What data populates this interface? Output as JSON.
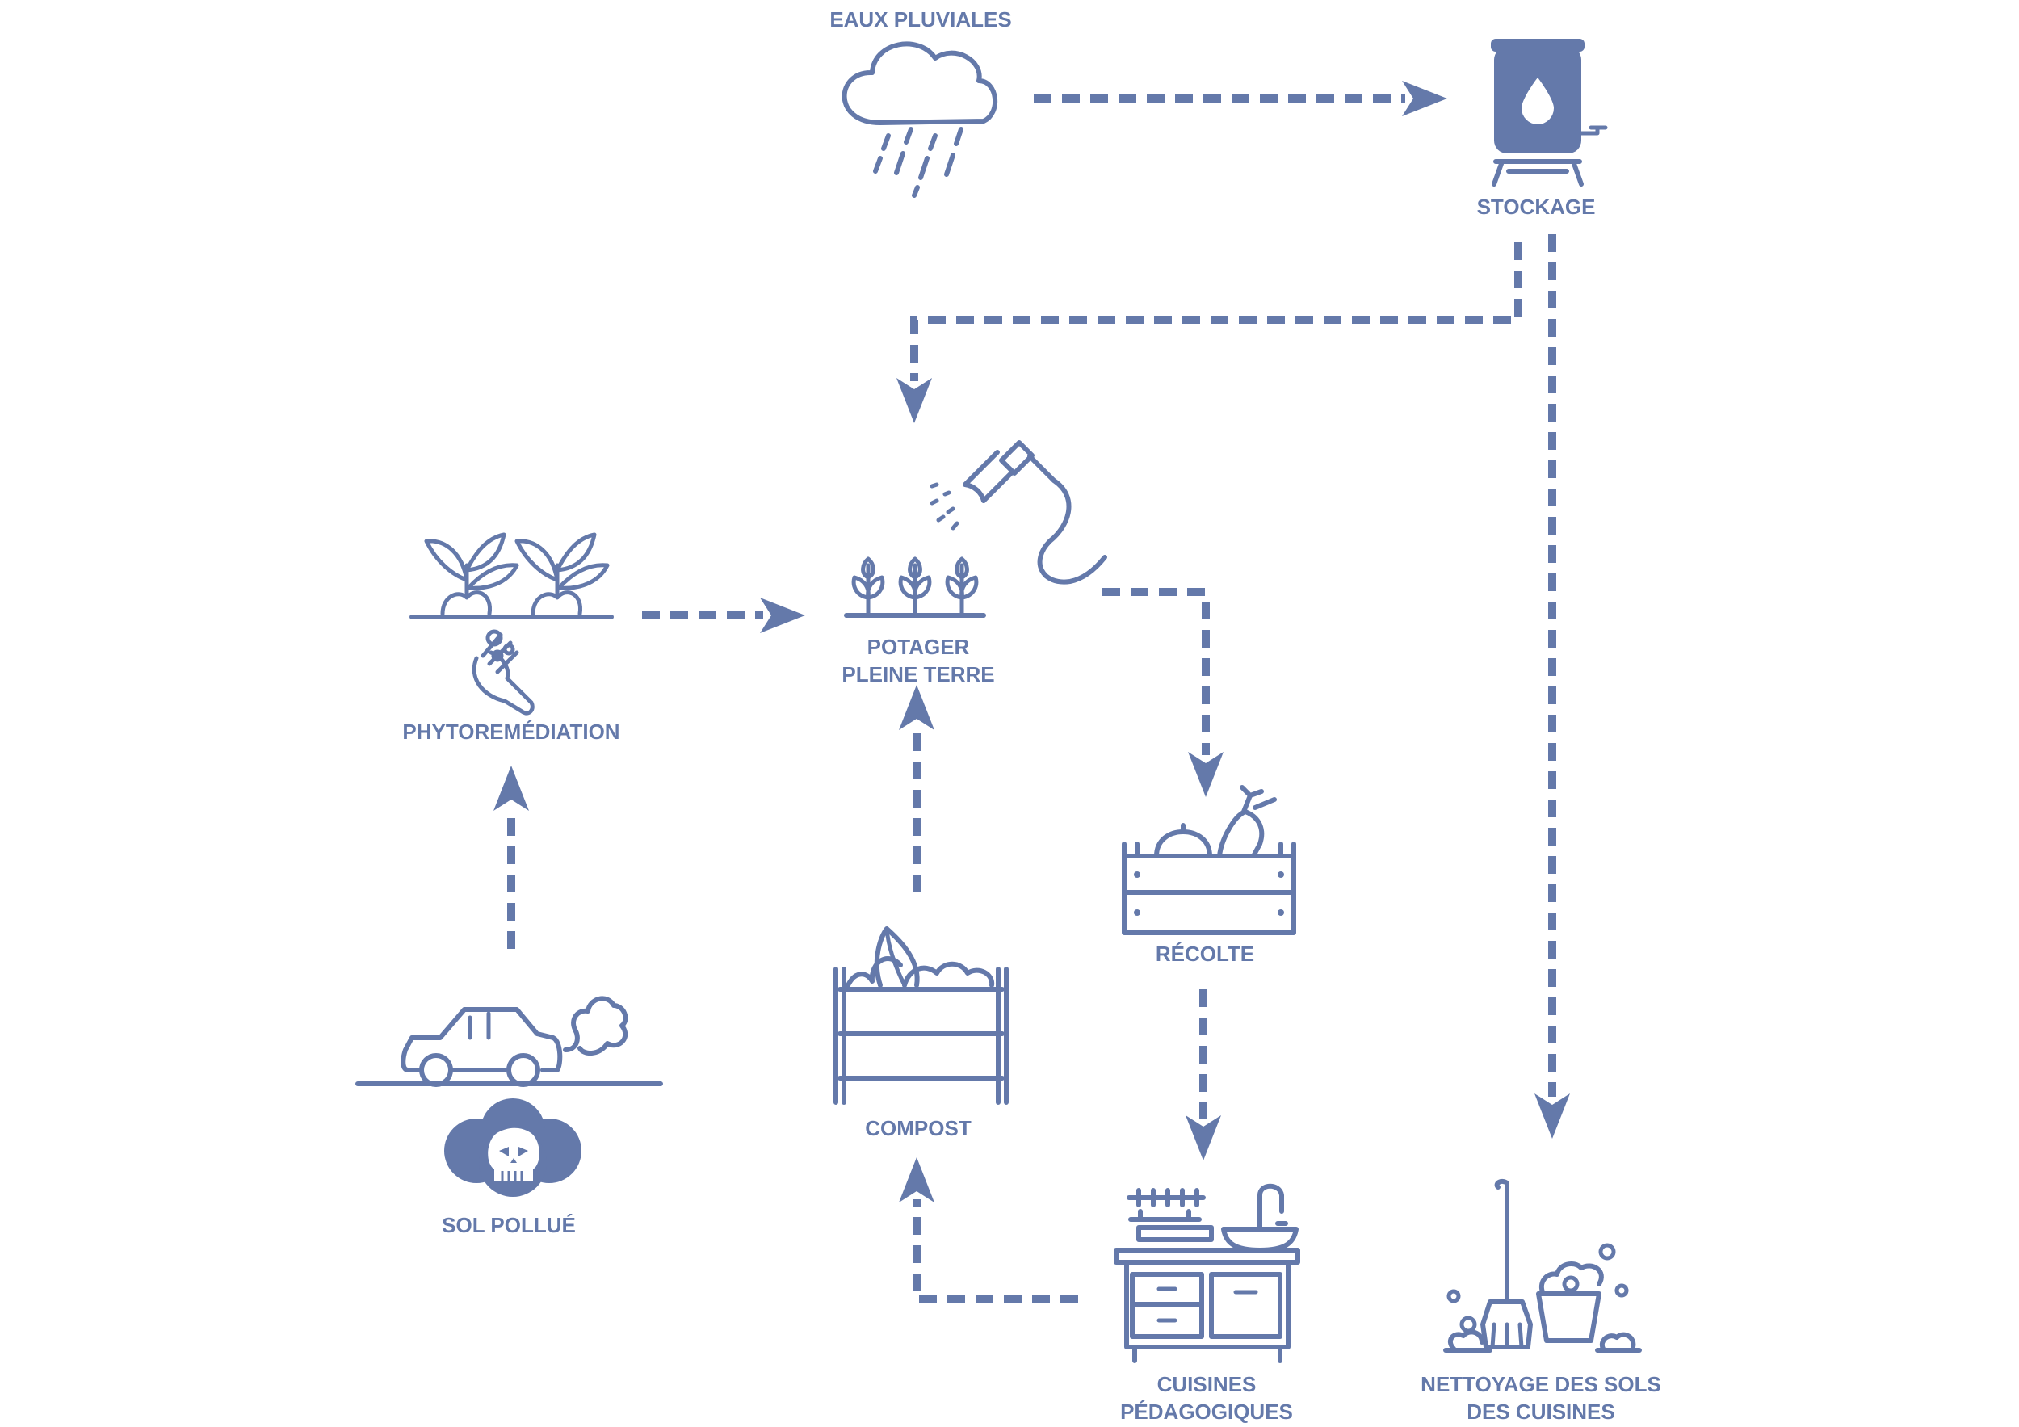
{
  "colors": {
    "primary": "#6479aa",
    "background": "#ffffff"
  },
  "nodes": {
    "rain": {
      "label": "EAUX PLUVIALES",
      "icon": "rain-cloud-icon"
    },
    "storage": {
      "label": "STOCKAGE",
      "icon": "water-tank-icon"
    },
    "garden": {
      "label_line1": "POTAGER",
      "label_line2": "PLEINE TERRE",
      "icon": "vegetable-garden-icon"
    },
    "phyto": {
      "label": "PHYTOREMÉDIATION",
      "icon": "plants-hand-icon"
    },
    "harvest": {
      "label": "RÉCOLTE",
      "icon": "harvest-crate-icon"
    },
    "compost": {
      "label": "COMPOST",
      "icon": "compost-bin-icon"
    },
    "polluted": {
      "label": "SOL POLLUÉ",
      "icon": "polluted-soil-icon"
    },
    "kitchens": {
      "label_line1": "CUISINES",
      "label_line2": "PÉDAGOGIQUES",
      "icon": "kitchen-icon"
    },
    "cleaning": {
      "label_line1": "NETTOYAGE DES SOLS",
      "label_line2": "DES CUISINES",
      "icon": "broom-bucket-icon"
    }
  },
  "flows": [
    {
      "from": "EAUX PLUVIALES",
      "to": "STOCKAGE"
    },
    {
      "from": "STOCKAGE",
      "to": "POTAGER PLEINE TERRE"
    },
    {
      "from": "STOCKAGE",
      "to": "NETTOYAGE DES SOLS DES CUISINES"
    },
    {
      "from": "PHYTOREMÉDIATION",
      "to": "POTAGER PLEINE TERRE"
    },
    {
      "from": "POTAGER PLEINE TERRE",
      "to": "RÉCOLTE"
    },
    {
      "from": "RÉCOLTE",
      "to": "CUISINES PÉDAGOGIQUES"
    },
    {
      "from": "CUISINES PÉDAGOGIQUES",
      "to": "COMPOST"
    },
    {
      "from": "COMPOST",
      "to": "POTAGER PLEINE TERRE"
    },
    {
      "from": "SOL POLLUÉ",
      "to": "PHYTOREMÉDIATION"
    }
  ]
}
